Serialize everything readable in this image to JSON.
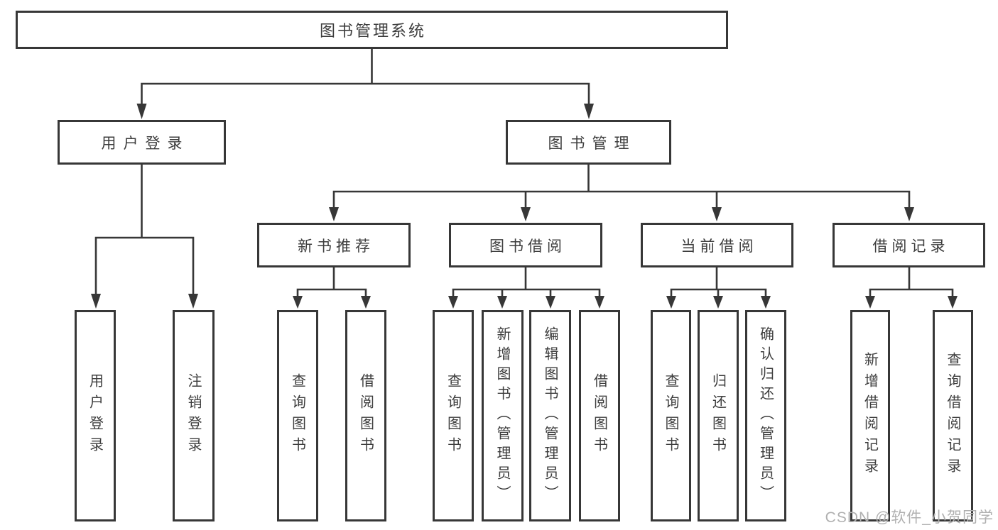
{
  "diagram": {
    "root": {
      "label": "图书管理系统"
    },
    "branches": [
      {
        "label": "用户登录",
        "children": [
          {
            "label": "用户登录"
          },
          {
            "label": "注销登录"
          }
        ]
      },
      {
        "label": "图书管理",
        "children": [
          {
            "label": "新书推荐",
            "children": [
              {
                "label": "查询图书"
              },
              {
                "label": "借阅图书"
              }
            ]
          },
          {
            "label": "图书借阅",
            "children": [
              {
                "label": "查询图书"
              },
              {
                "label": "新增图书（管理员）"
              },
              {
                "label": "编辑图书（管理员）"
              },
              {
                "label": "借阅图书"
              }
            ]
          },
          {
            "label": "当前借阅",
            "children": [
              {
                "label": "查询图书"
              },
              {
                "label": "归还图书"
              },
              {
                "label": "确认归还（管理员）"
              }
            ]
          },
          {
            "label": "借阅记录",
            "children": [
              {
                "label": "新增借阅记录"
              },
              {
                "label": "查询借阅记录"
              }
            ]
          }
        ]
      }
    ]
  },
  "watermark": {
    "text": "CSDN @软件_小贺同学"
  },
  "colors": {
    "line": "#373737",
    "text": "#3d3d3d",
    "watermark": "#b0b0b0",
    "background": "#ffffff"
  }
}
